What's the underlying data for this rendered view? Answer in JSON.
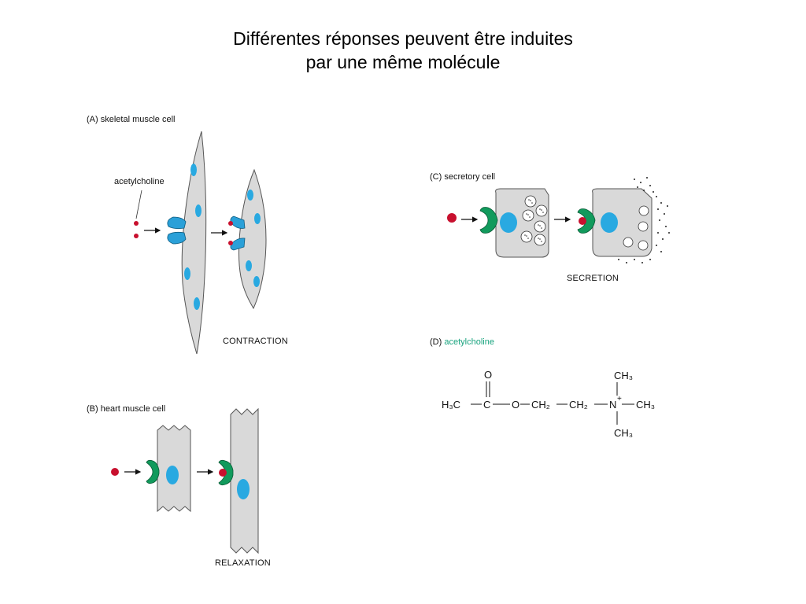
{
  "title": {
    "line1": "Différentes réponses peuvent être induites",
    "line2": "par une même molécule"
  },
  "panels": {
    "a": {
      "label": "(A) skeletal muscle cell",
      "ligand": "acetylcholine",
      "response": "CONTRACTION"
    },
    "b": {
      "label": "(B) heart muscle cell",
      "response": "RELAXATION"
    },
    "c": {
      "label": "(C) secretory cell",
      "response": "SECRETION"
    },
    "d": {
      "label_prefix": "(D)",
      "label_name": "acetylcholine",
      "formula": {
        "h3c": "H₃C",
        "c": "C",
        "o_top": "O",
        "o_mid": "O",
        "ch2_1": "CH₂",
        "ch2_2": "CH₂",
        "n": "N",
        "n_charge": "+",
        "ch3_top": "CH₃",
        "ch3_right": "CH₃",
        "ch3_bottom": "CH₃"
      }
    }
  },
  "colors": {
    "cell": "#d9d9d9",
    "nucleus": "#29a9e1",
    "receptor_nicotinic": "#2aa0d8",
    "receptor_muscarinic": "#119a5c",
    "ligand": "#c8102e",
    "accent_text": "#18a37e"
  }
}
